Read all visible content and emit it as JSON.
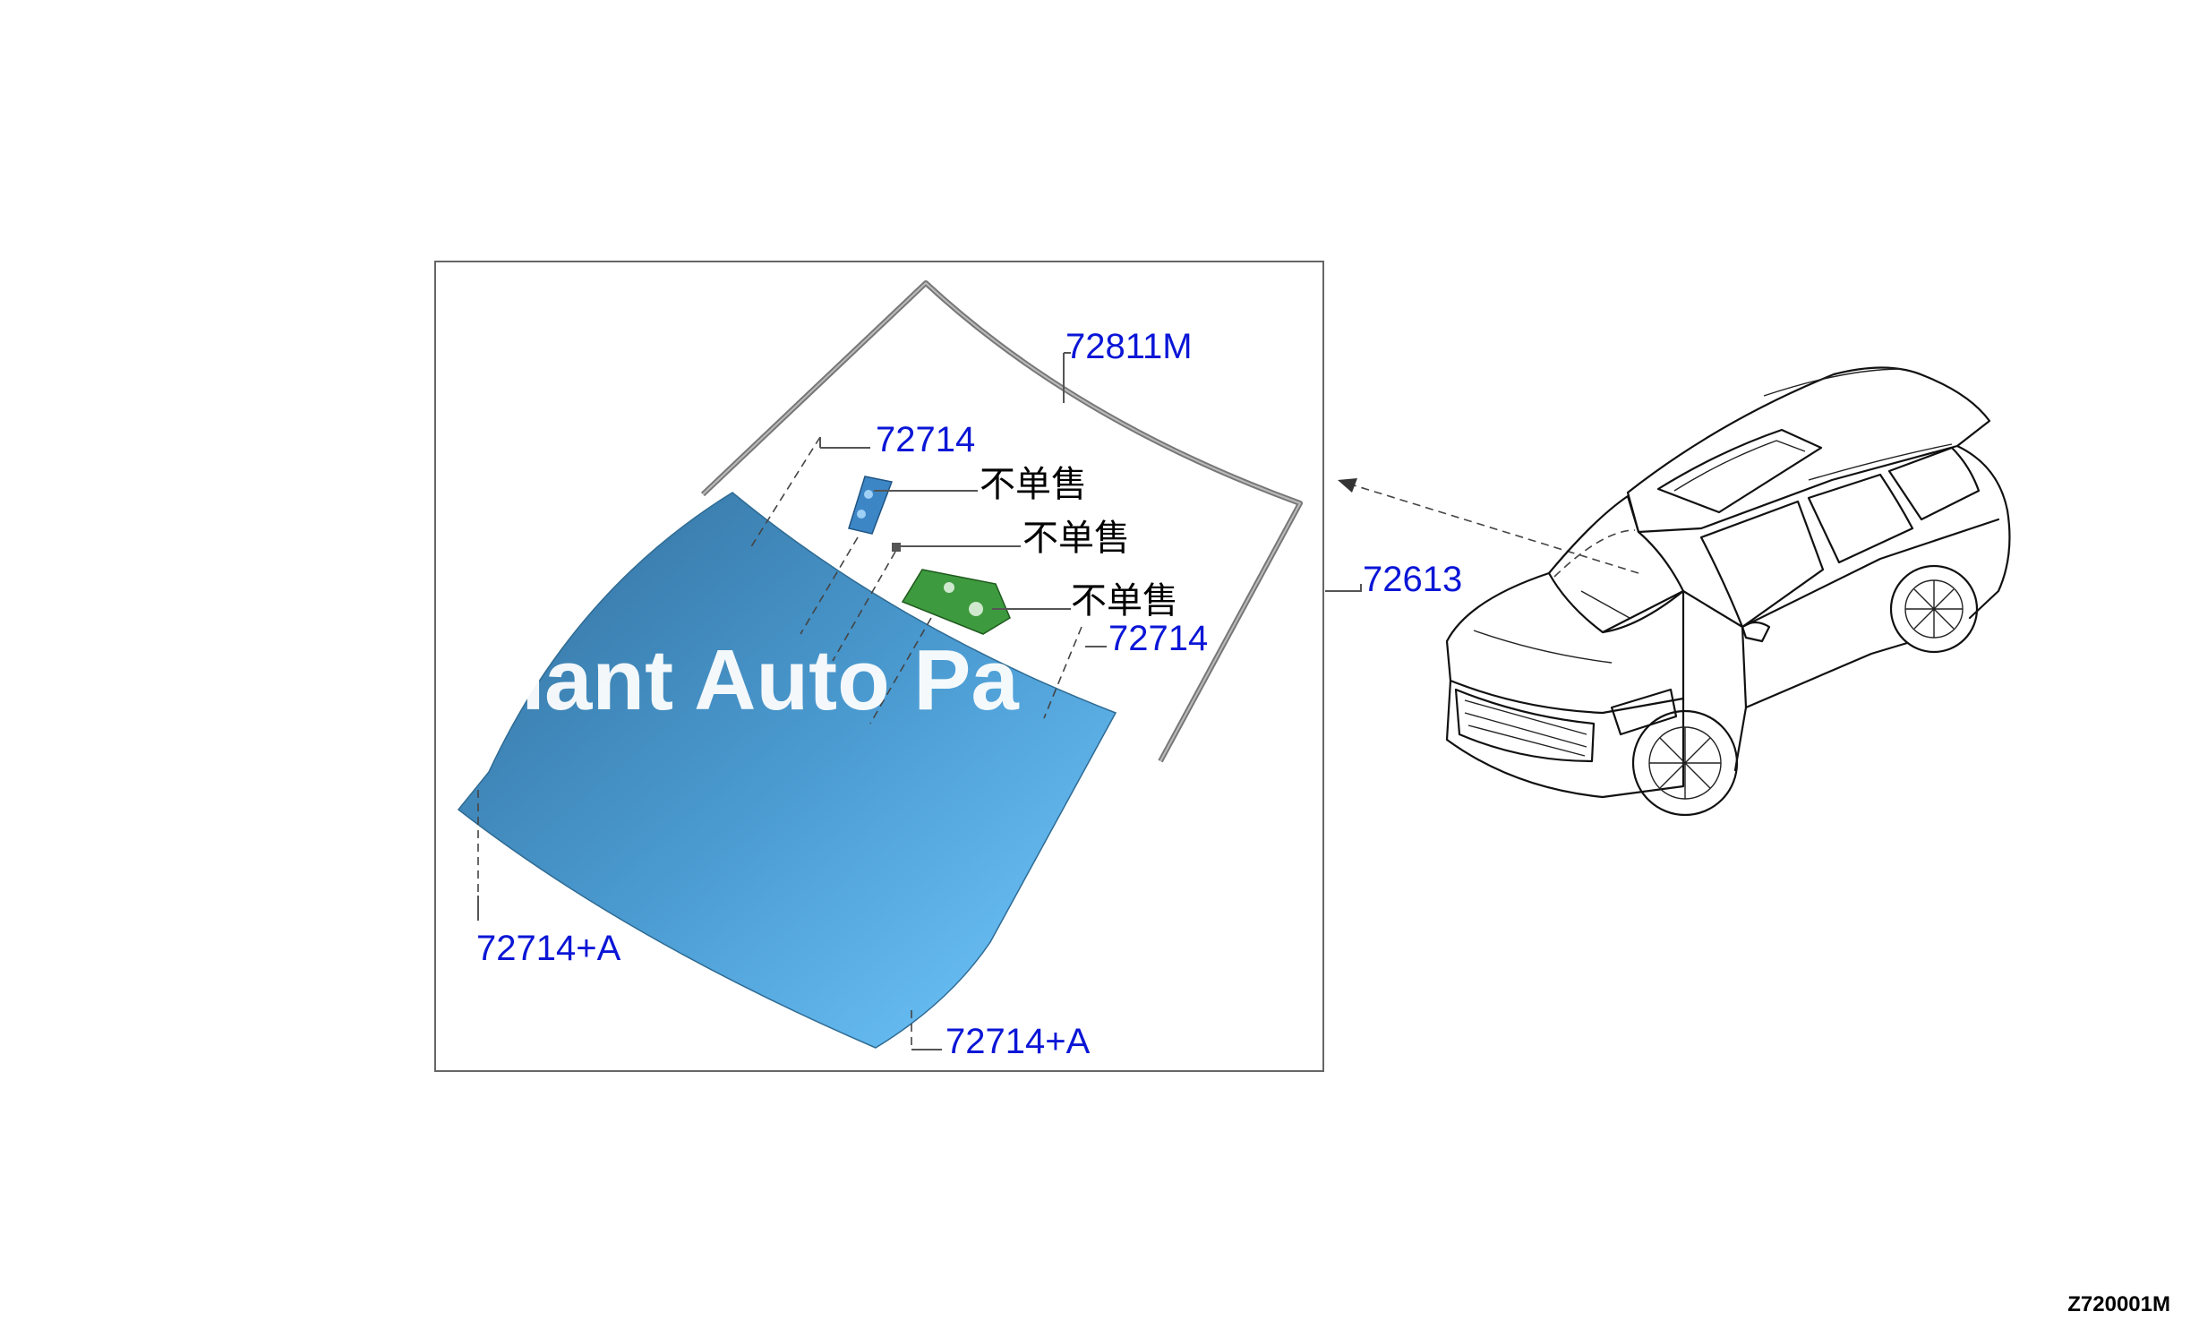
{
  "diagram": {
    "callouts": {
      "molding": "72811M",
      "clip_top": "72714",
      "clip_right": "72714",
      "windshield": "72613",
      "clip_bottom_left": "72714+A",
      "clip_bottom_center": "72714+A"
    },
    "notes": {
      "not_sold_1": "不单售",
      "not_sold_2": "不单售",
      "not_sold_3": "不单售"
    },
    "figure_code": "Z720001M",
    "watermark": "chant Auto Pa"
  },
  "colors": {
    "callout_text": "#0b16d6",
    "windshield_dark": "#3a7fb0",
    "windshield_light": "#6cc6ff",
    "bracket_blue": "#3d86c6",
    "bracket_green": "#3e9a3e",
    "frame": "#555555"
  },
  "icons": {
    "vehicle": "suv-line-drawing",
    "arrow": "dashed-arrow-left"
  }
}
